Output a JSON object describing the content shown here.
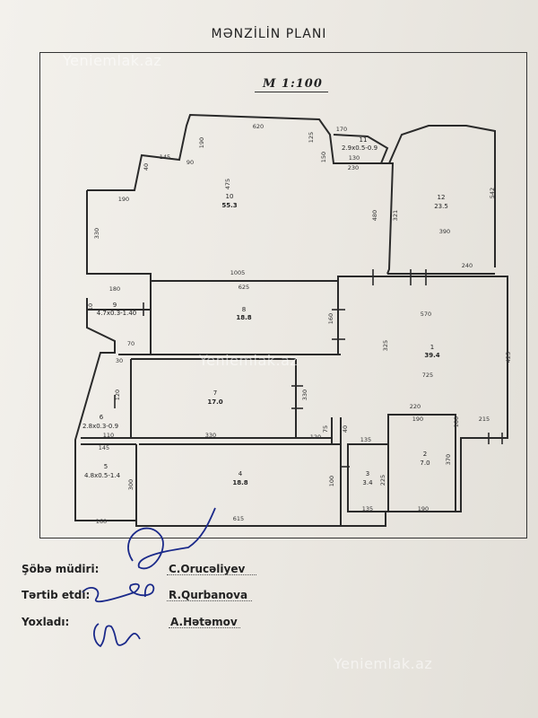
{
  "title": "MƏNZİLİN PLANI",
  "scale": "M 1:100",
  "watermark": "Yeniemlak.az",
  "rooms": [
    {
      "num": "10",
      "area": "55.3"
    },
    {
      "num": "11",
      "area": "2.9x0.5-0.9"
    },
    {
      "num": "12",
      "area": "23.5"
    },
    {
      "num": "9",
      "area": "4.7x0.3-1.40"
    },
    {
      "num": "8",
      "area": "18.8"
    },
    {
      "num": "1",
      "area": "39.4"
    },
    {
      "num": "7",
      "area": "17.0"
    },
    {
      "num": "6",
      "area": "2.8x0.3-0.9"
    },
    {
      "num": "5",
      "area": "4.8x0.5-1.4"
    },
    {
      "num": "4",
      "area": "18.8"
    },
    {
      "num": "3",
      "area": "3.4"
    },
    {
      "num": "2",
      "area": "7.0"
    }
  ],
  "dimensions": {
    "d620": "620",
    "d170": "170",
    "d190a": "190",
    "d190b": "190",
    "d145a": "145",
    "d40a": "40",
    "d90": "90",
    "d475": "475",
    "d125a": "125",
    "d150": "150",
    "d130": "130",
    "d230": "230",
    "d330": "330",
    "d480": "480",
    "d1005": "1005",
    "d321": "321",
    "d542": "542",
    "d390": "390",
    "d240": "240",
    "d180": "180",
    "d625": "625",
    "d10": "10",
    "d160": "160",
    "d570": "570",
    "d325": "325",
    "d725": "725",
    "d425": "425",
    "d70": "70",
    "d30": "30",
    "d120a": "120",
    "d330b": "330",
    "d110": "110",
    "d220": "220",
    "d190c": "190",
    "d215": "215",
    "d120b": "120",
    "d135a": "135",
    "d100a": "100",
    "d145b": "145",
    "d300": "300",
    "d615": "615",
    "d160b": "160",
    "d135b": "135",
    "d190d": "190",
    "d100b": "100",
    "d225": "225",
    "d370": "370",
    "d40b": "40",
    "d75": "75"
  },
  "signatures": [
    {
      "role": "Şöbə müdiri:",
      "name": "C.Orucəliyev"
    },
    {
      "role": "Tərtib etdi:",
      "name": "R.Qurbanova"
    },
    {
      "role": "Yoxladı:",
      "name": "A.Hətəmov"
    }
  ]
}
